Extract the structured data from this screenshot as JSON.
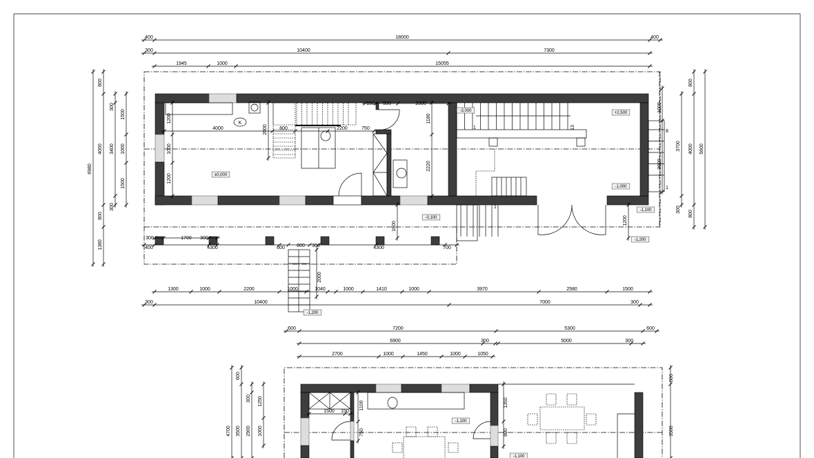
{
  "upper_plan": {
    "dim_labels": [
      "400",
      "18000",
      "400",
      "300",
      "10400",
      "7300",
      "1945",
      "1000",
      "15055",
      "1300",
      "1000",
      "2200",
      "1000",
      "1040",
      "1000",
      "1410",
      "1000",
      "3970",
      "2580",
      "1500",
      "300",
      "10400",
      "7000",
      "300",
      "6980",
      "800",
      "4000",
      "800",
      "1380",
      "300",
      "3400",
      "300",
      "1500",
      "1000",
      "1500",
      "1000",
      "3000",
      "3700",
      "300",
      "800",
      "4000",
      "800",
      "5600",
      "1200",
      "1000",
      "1200",
      "4000",
      "2000",
      "800",
      "2200",
      "750",
      "150",
      "500",
      "2000",
      "1180",
      "2220",
      "1600",
      "1200",
      "2000",
      "300",
      "1700",
      "300",
      "400",
      "4300",
      "600",
      "800",
      "300",
      "4300",
      "700"
    ],
    "level_marks": [
      "±0,000",
      "-0,100",
      "-3,000",
      "+2,500",
      "-1,000",
      "-1,100",
      "-1,200",
      "-1,200"
    ],
    "step_numbers": [
      "1",
      "13",
      "8",
      "1",
      "1"
    ],
    "symbols": {
      "chimney_label": "K"
    }
  },
  "lower_plan": {
    "dim_labels": [
      "600",
      "7200",
      "5300",
      "600",
      "6900",
      "300",
      "5000",
      "300",
      "2700",
      "1000",
      "1450",
      "1000",
      "1050",
      "4700",
      "600",
      "3500",
      "300",
      "2900",
      "1250",
      "1000",
      "600",
      "3500",
      "1500",
      "150",
      "1100",
      "750",
      "1350",
      "800"
    ],
    "level_marks": [
      "-1,100",
      "-1,100"
    ]
  }
}
